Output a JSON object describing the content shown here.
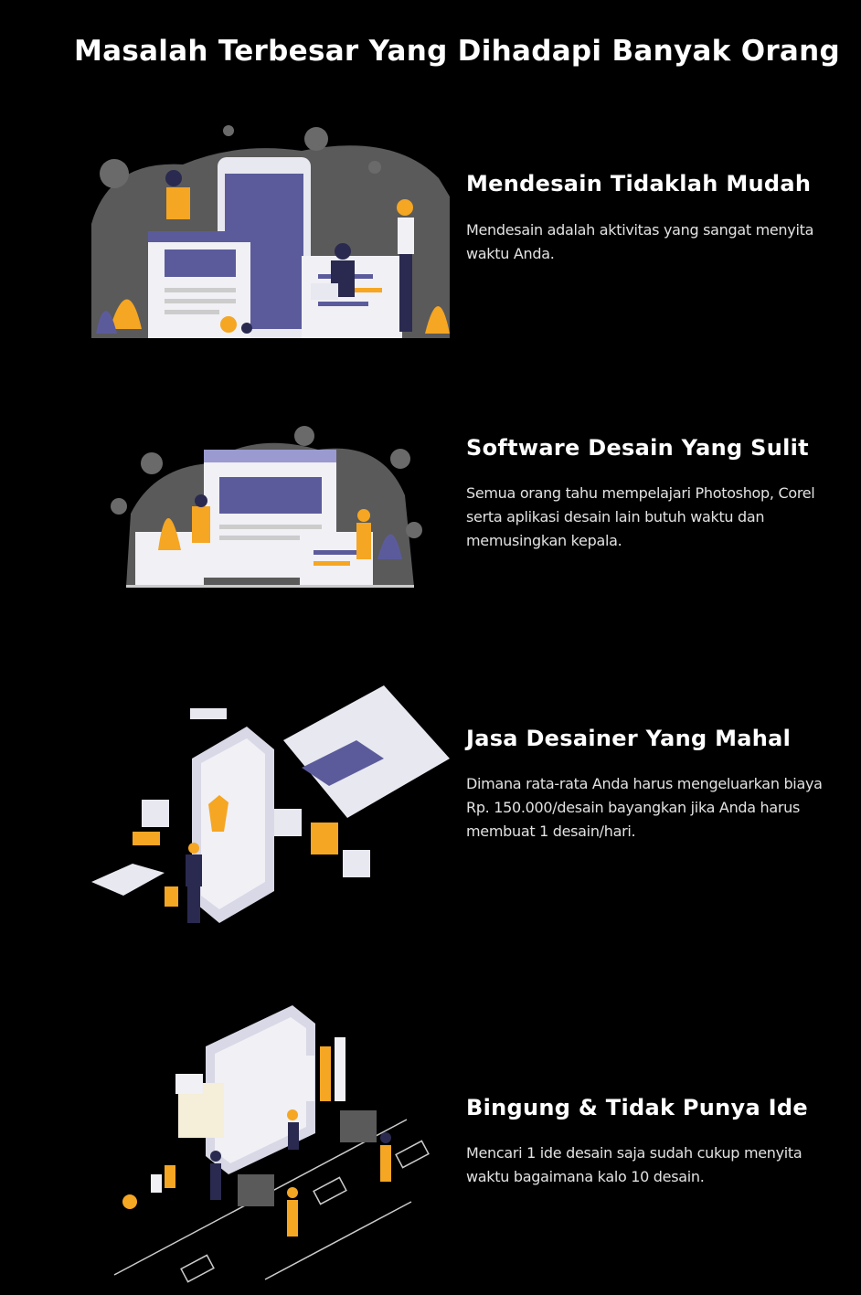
{
  "title": "Masalah Terbesar Yang Dihadapi Banyak Orang",
  "sections": [
    {
      "heading": "Mendesain Tidaklah Mudah",
      "body": "Mendesain adalah aktivitas yang sangat menyita waktu Anda.",
      "illustration": "designers-at-phone-illustration"
    },
    {
      "heading": "Software Desain Yang Sulit",
      "body": "Semua orang tahu mempelajari Photoshop, Corel serta aplikasi desain lain butuh waktu dan memusingkan kepala.",
      "illustration": "website-builders-illustration"
    },
    {
      "heading": "Jasa Desainer Yang Mahal",
      "body": "Dimana rata-rata Anda harus mengeluarkan biaya Rp. 150.000/desain bayangkan jika Anda harus membuat 1 desain/hari.",
      "illustration": "online-shop-illustration"
    },
    {
      "heading": "Bingung & Tidak Punya Ide",
      "body": "Mencari 1 ide desain saja sudah cukup menyita waktu bagaimana kalo 10 desain.",
      "illustration": "data-dashboard-illustration"
    }
  ],
  "colors": {
    "background": "#000000",
    "accent_purple": "#5b5b9c",
    "accent_yellow": "#f5a623",
    "blob_gray": "#5a5a5a"
  }
}
